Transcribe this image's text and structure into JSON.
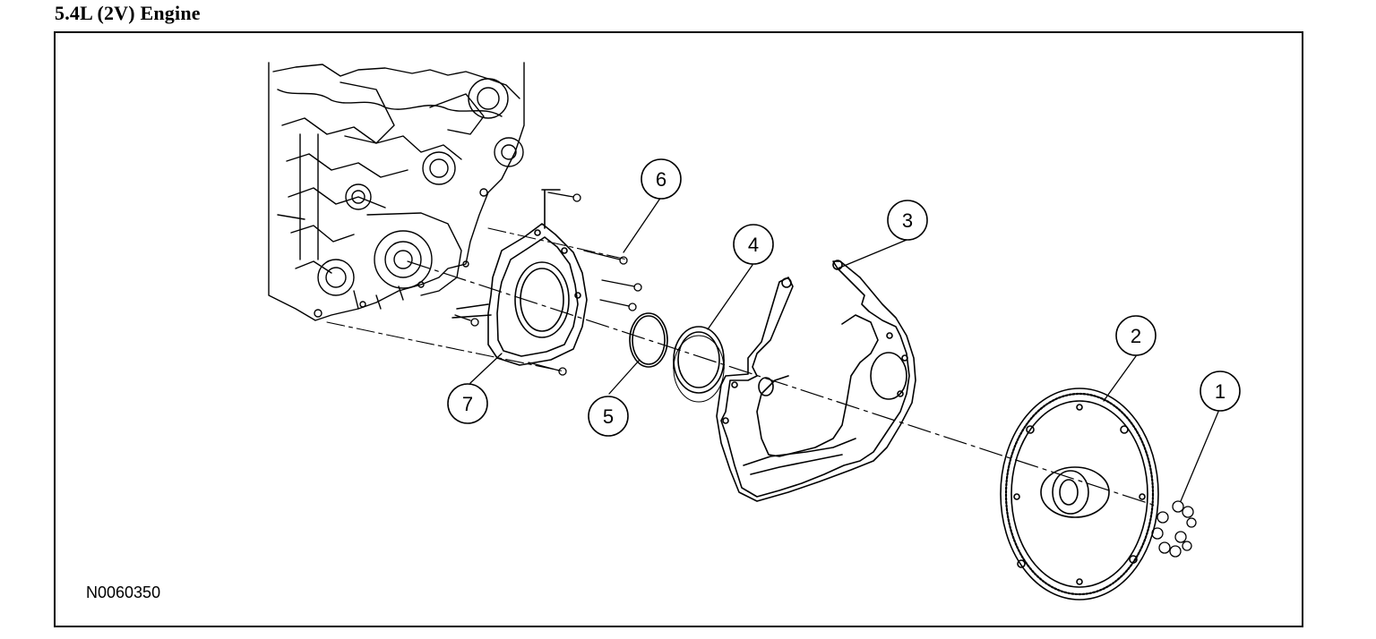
{
  "header": {
    "title": "5.4L (2V) Engine"
  },
  "figure": {
    "id": "N0060350"
  },
  "callouts": [
    {
      "num": "1",
      "part": "flywheel-bolts"
    },
    {
      "num": "2",
      "part": "flexplate"
    },
    {
      "num": "3",
      "part": "engine-rear-plate"
    },
    {
      "num": "4",
      "part": "crankshaft-rear-seal"
    },
    {
      "num": "5",
      "part": "rear-seal-retainer-gasket"
    },
    {
      "num": "6",
      "part": "retainer-bolts"
    },
    {
      "num": "7",
      "part": "rear-seal-retainer"
    }
  ],
  "colors": {
    "line": "#000000",
    "background": "#ffffff"
  }
}
